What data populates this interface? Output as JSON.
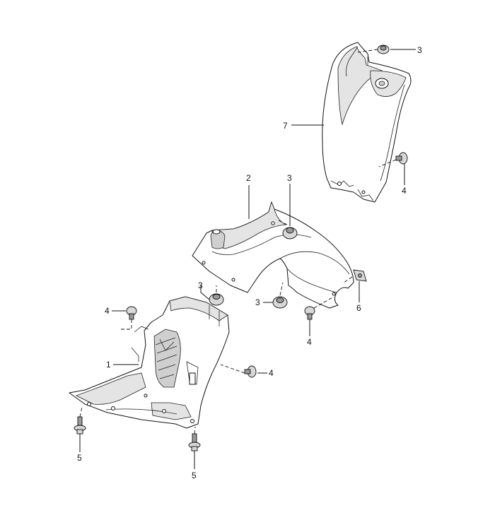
{
  "diagram": {
    "callouts": {
      "part_1": "1",
      "part_2": "2",
      "part_3_top": "3",
      "part_3_mid": "3",
      "part_3_left": "3",
      "part_3_center": "3",
      "part_4_right_upper": "4",
      "part_4_left": "4",
      "part_4_center": "4",
      "part_4_mid_right": "4",
      "part_5_left": "5",
      "part_5_center": "5",
      "part_6": "6",
      "part_7": "7"
    }
  }
}
